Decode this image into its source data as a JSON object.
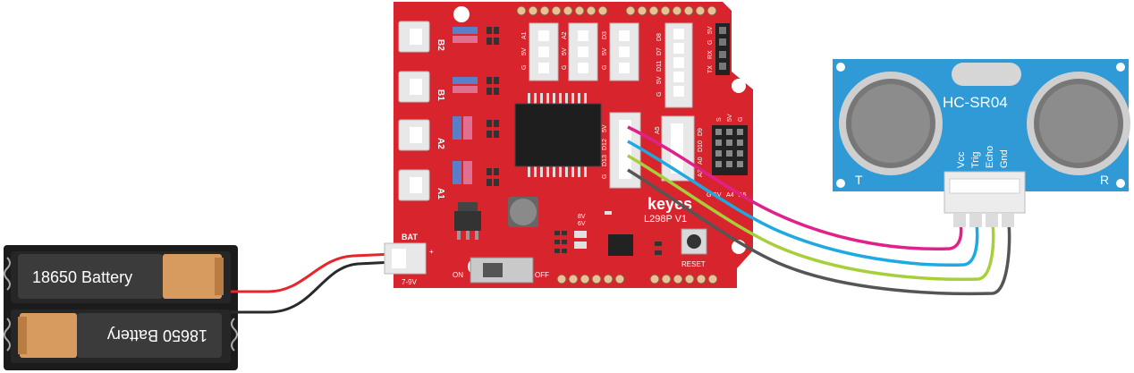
{
  "battery_pack": {
    "cell_top_label": "18650  Battery",
    "cell_bottom_label": "18650  Battery"
  },
  "shield": {
    "brand": "keyes",
    "model": "L298P V1",
    "motor_ports": [
      "B2",
      "B1",
      "A2",
      "A1"
    ],
    "bat_label": "BAT",
    "voltage_label": "7-9V",
    "switch_on": "ON",
    "switch_off": "OFF",
    "reset_label": "RESET",
    "v8_label": "8V",
    "v6_label": "6V",
    "header_a1": [
      "G",
      "5V",
      "A1"
    ],
    "header_a2": [
      "G",
      "5V",
      "A2"
    ],
    "header_d3": [
      "G",
      "5V",
      "D3"
    ],
    "header_d8": [
      "G",
      "5V",
      "D11",
      "D7",
      "D8"
    ],
    "serial_header": [
      "TX",
      "RX",
      "G",
      "5V"
    ],
    "ultra_header": [
      "G",
      "D13",
      "D12",
      "5V"
    ],
    "right_header": [
      "A3",
      "A0",
      "D10",
      "D9",
      "A5"
    ],
    "matrix_labels": [
      "S",
      "5V",
      "G"
    ],
    "i2c_labels": [
      "G",
      "5V",
      "A4",
      "A5"
    ]
  },
  "sensor": {
    "model": "HC-SR04",
    "pins": [
      "Vcc",
      "Trig",
      "Echo",
      "Gnd"
    ],
    "transmitter": "T",
    "receiver": "R"
  },
  "colors": {
    "board_red": "#d8242c",
    "sensor_blue": "#2f9ad6",
    "wire_red": "#e8262a",
    "wire_black": "#2a2a2a",
    "wire_magenta": "#e0218a",
    "wire_cyan": "#1ea9e1",
    "wire_green": "#a6cf3a",
    "wire_gray": "#555555"
  }
}
